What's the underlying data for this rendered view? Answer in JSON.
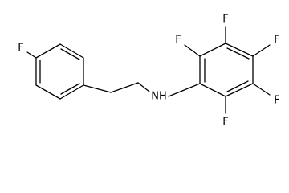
{
  "molecule": {
    "atoms": {
      "f_para": "F",
      "nh": "NH",
      "f_2": "F",
      "f_3": "F",
      "f_4": "F",
      "f_5": "F",
      "f_6": "F"
    },
    "line_color": "#000000",
    "background": "#ffffff"
  }
}
